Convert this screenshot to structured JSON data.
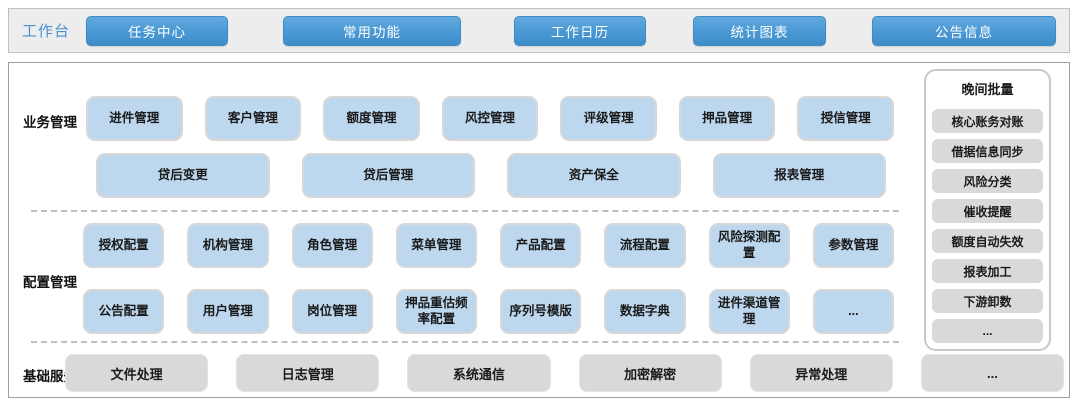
{
  "workbench": {
    "label": "工作台",
    "buttons": [
      "任务中心",
      "常用功能",
      "工作日历",
      "统计图表",
      "公告信息"
    ]
  },
  "sections": {
    "business": {
      "label": "业务管理",
      "row1": [
        "进件管理",
        "客户管理",
        "额度管理",
        "风控管理",
        "评级管理",
        "押品管理",
        "授信管理"
      ],
      "row2": [
        "贷后变更",
        "贷后管理",
        "资产保全",
        "报表管理"
      ]
    },
    "config": {
      "label": "配置管理",
      "row1": [
        "授权配置",
        "机构管理",
        "角色管理",
        "菜单管理",
        "产品配置",
        "流程配置",
        "风险探测配置",
        "参数管理"
      ],
      "row2": [
        "公告配置",
        "用户管理",
        "岗位管理",
        "押品重估频率配置",
        "序列号模版",
        "数据字典",
        "进件渠道管理",
        "..."
      ]
    },
    "basic": {
      "label": "基础服务",
      "row": [
        "文件处理",
        "日志管理",
        "系统通信",
        "加密解密",
        "异常处理",
        "..."
      ]
    }
  },
  "batch_panel": {
    "title": "晚间批量",
    "items": [
      "核心账务对账",
      "借据信息同步",
      "风险分类",
      "催收提醒",
      "额度自动失效",
      "报表加工",
      "下游卸数",
      "..."
    ]
  },
  "colors": {
    "accent_blue": "#4a91cf",
    "button_blue": "#4d9bd6",
    "light_blue": "#bdd7ee",
    "box_gray": "#d9d9d9",
    "card_border": "#d8d8d8",
    "bar_gray": "#ededed",
    "bar_border": "#c0c0c0",
    "panel_border": "#9f9f9f",
    "dash_gray": "#bfbfbf",
    "sidebar_border": "#c9c9c9"
  }
}
